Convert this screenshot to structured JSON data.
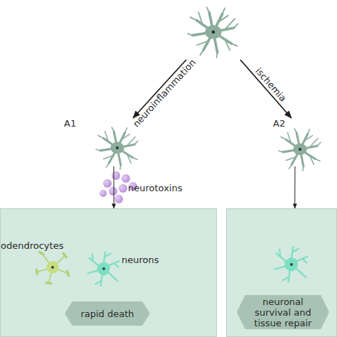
{
  "diagram": {
    "nodes": [
      {
        "text": []
      },
      {
        "text": [
          "A1"
        ]
      },
      {
        "text": [
          "A2"
        ]
      },
      {
        "text": [
          "odendrocytes",
          "neurons"
        ]
      },
      {
        "text": [
          "rapid death"
        ],
        "in": 3
      },
      {
        "text": []
      },
      {
        "text": [
          "neuronal survival and tissue repair"
        ],
        "in": 5
      }
    ],
    "edges": [
      {
        "from": 0,
        "to": 1,
        "arrow": "to",
        "label": "neuroinflammation"
      },
      {
        "from": 0,
        "to": 2,
        "arrow": "to",
        "label": "ischemia"
      },
      {
        "from": 1,
        "to": 3,
        "arrow": "to"
      },
      {
        "from": 2,
        "to": 5,
        "arrow": "to"
      }
    ],
    "labels": [
      "neurotoxins"
    ]
  }
}
